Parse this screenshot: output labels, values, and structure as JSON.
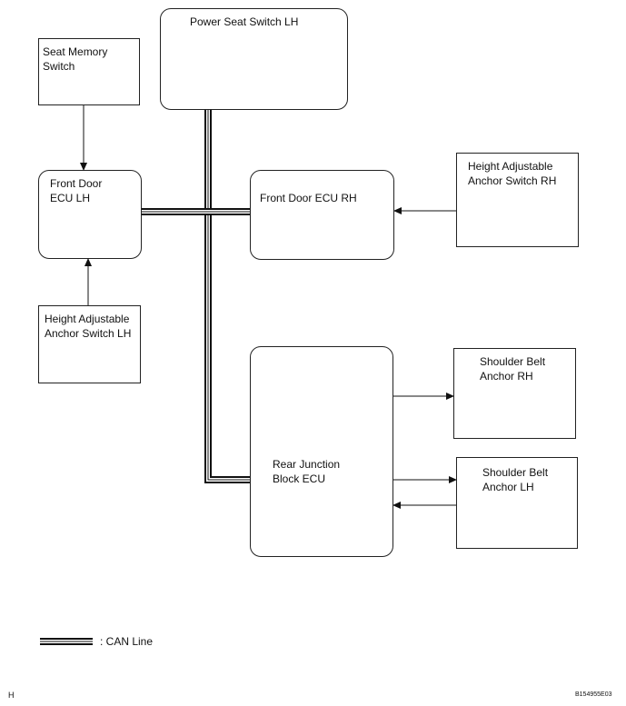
{
  "diagram": {
    "nodes": {
      "power_seat_switch_lh": "Power Seat Switch LH",
      "seat_memory_switch": "Seat Memory\nSwitch",
      "front_door_ecu_lh": "Front Door\nECU LH",
      "front_door_ecu_rh": "Front Door ECU RH",
      "height_adj_anchor_switch_rh": "Height Adjustable\nAnchor Switch RH",
      "height_adj_anchor_switch_lh": "Height Adjustable\nAnchor Switch LH",
      "rear_junction_block_ecu": "Rear Junction\nBlock ECU",
      "shoulder_belt_anchor_rh": "Shoulder Belt\nAnchor RH",
      "shoulder_belt_anchor_lh": "Shoulder Belt\nAnchor LH"
    },
    "legend": {
      "can_line_label": ": CAN Line"
    },
    "footer": {
      "left_mark": "H",
      "figure_id": "B154955E03"
    }
  }
}
